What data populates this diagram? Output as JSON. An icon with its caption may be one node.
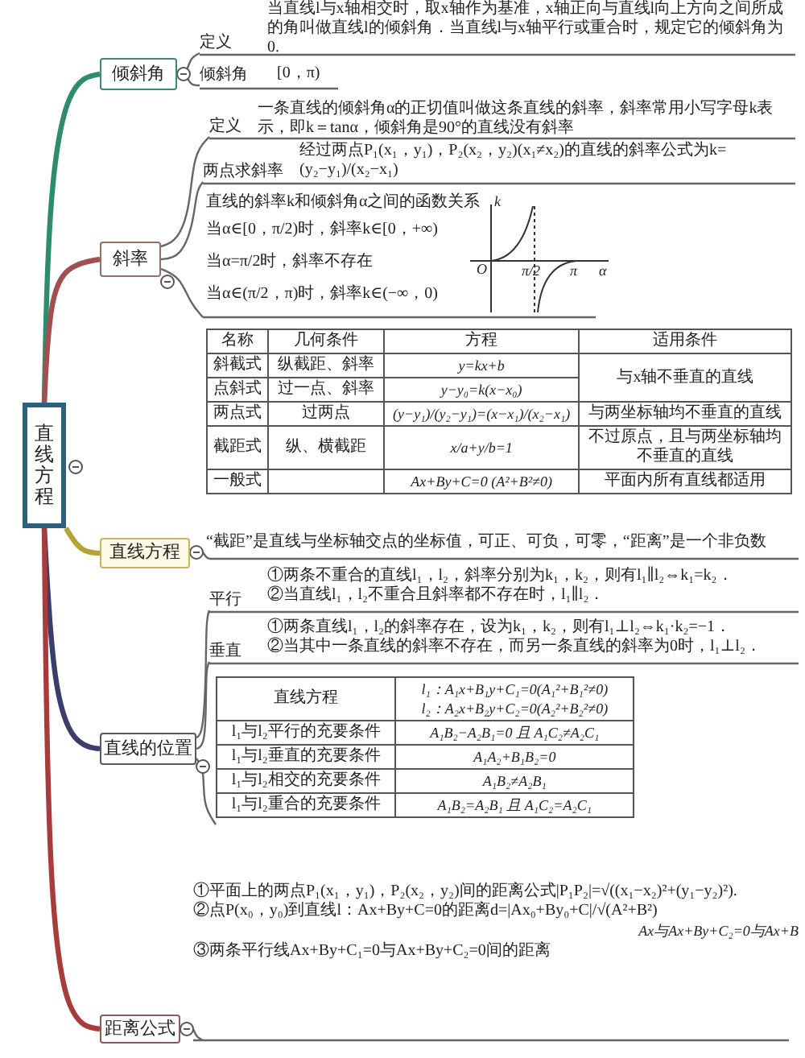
{
  "diagram": {
    "nodes": [
      {
        "text": [
          "直线方程"
        ]
      },
      {
        "text": [
          "倾斜角"
        ]
      },
      {
        "text": [
          "定义"
        ],
        "beside": [
          "当直线l与x轴相交时，取x轴作为基准，x轴正向与直线l向上方向之间所成的角叫做直线l的倾斜角．当直线l与x轴平行或重合时，规定它的倾斜角为0."
        ]
      },
      {
        "text": [
          "倾斜角"
        ],
        "beside": [
          "[0，π)"
        ]
      },
      {
        "text": [
          "斜率"
        ]
      },
      {
        "text": [
          "定义"
        ],
        "beside": [
          "一条直线的倾斜角α的正切值叫做这条直线的斜率，斜率常用小写字母k表示，即k＝tanα，倾斜角是90°的直线没有斜率"
        ]
      },
      {
        "text": [
          "两点求斜率"
        ],
        "beside": [
          "经过两点P₁(x₁，y₁)，P₂(x₂，y₂)(x₁≠x₂)的直线的斜率公式为k=(y₂−y₁)/(x₂−x₁)"
        ]
      },
      {
        "text": [
          "直线方程"
        ],
        "beside": [
          "“截距”是直线与坐标轴交点的坐标值，可正、可负，可零，“距离”是一个非负数"
        ]
      },
      {
        "text": [
          "直线的位置"
        ]
      },
      {
        "text": [
          "平行"
        ],
        "beside": [
          "①两条不重合的直线l₁，l₂，斜率分别为k₁，k₂，则有l₁∥l₂⇔k₁=k₂．",
          "②当直线l₁，l₂不重合且斜率都不存在时，l₁∥l₂．"
        ]
      },
      {
        "text": [
          "垂直"
        ],
        "beside": [
          "①两条直线l₁，l₂的斜率存在，设为k₁，k₂，则有l₁⊥l₂⇔k₁·k₂=−1．",
          "②当其中一条直线的斜率不存在，而另一条直线的斜率为0时，l₁⊥l₂．"
        ]
      },
      {
        "text": [
          "距离公式"
        ]
      }
    ],
    "edges": [
      {
        "from": 0,
        "to": 1,
        "arrow": "none",
        "style": "thick",
        "color": "#2e8b6e"
      },
      {
        "from": 0,
        "to": 4,
        "arrow": "none",
        "style": "thick",
        "color": "#a05050"
      },
      {
        "from": 0,
        "to": 7,
        "arrow": "none",
        "style": "thick",
        "color": "#b5a435"
      },
      {
        "from": 0,
        "to": 8,
        "arrow": "none",
        "style": "thick",
        "color": "#3b3d6b"
      },
      {
        "from": 0,
        "to": 11,
        "arrow": "none",
        "style": "thick",
        "color": "#a83c3c"
      },
      {
        "from": 1,
        "to": 2,
        "arrow": "none"
      },
      {
        "from": 1,
        "to": 3,
        "arrow": "none"
      },
      {
        "from": 4,
        "to": 5,
        "arrow": "none"
      },
      {
        "from": 4,
        "to": 6,
        "arrow": "none"
      },
      {
        "from": 8,
        "to": 9,
        "arrow": "none"
      },
      {
        "from": 8,
        "to": 10,
        "arrow": "none"
      }
    ],
    "labels": [
      "直线的斜率k和倾斜角α之间的函数关系",
      "当α∈[0，π/2)时，斜率k∈[0，+∞)",
      "当α=π/2时，斜率不存在",
      "当α∈(π/2，π)时，斜率k∈(−∞，0)",
      "k",
      "O",
      "π/2",
      "π",
      "α",
      "名称",
      "几何条件",
      "方程",
      "适用条件",
      "斜截式",
      "纵截距、斜率",
      "y=kx+b",
      "与x轴不垂直的直线",
      "点斜式",
      "过一点、斜率",
      "y−y₀=k(x−x₀)",
      "两点式",
      "过两点",
      "(y−y₁)/(y₂−y₁)=(x−x₁)/(x₂−x₁)",
      "与两坐标轴均不垂直的直线",
      "截距式",
      "纵、横截距",
      "x/a+y/b=1",
      "不过原点，且与两坐标轴均不垂直的直线",
      "一般式",
      "Ax+By+C=0 (A²+B²≠0)",
      "平面内所有直线都适用",
      "直线方程",
      "l₁：A₁x+B₁y+C₁=0(A₁²+B₁²≠0)",
      "l₂：A₂x+B₂y+C₂=0(A₂²+B₂²≠0)",
      "l₁与l₂平行的充要条件",
      "A₁B₂−A₂B₁=0 且 A₁C₂≠A₂C₁",
      "l₁与l₂垂直的充要条件",
      "A₁A₂+B₁B₂=0",
      "l₁与l₂相交的充要条件",
      "A₁B₂≠A₂B₁",
      "l₁与l₂重合的充要条件",
      "A₁B₂=A₂B₁ 且 A₁C₂=A₂C₁",
      "①平面上的两点P₁(x₁，y₁)，P₂(x₂，y₂)间的距离公式|P₁P₂|=√((x₁−x₂)²+(y₁−y₂)²).",
      "②点P(x₀，y₀)到直线l：Ax+By+C=0的距离d=|Ax₀+By₀+C|/√(A²+B²)",
      "Ax与Ax+By+C₂=0与Ax+B",
      "③两条平行线Ax+By+C₁=0与Ax+By+C₂=0间的距离"
    ]
  }
}
